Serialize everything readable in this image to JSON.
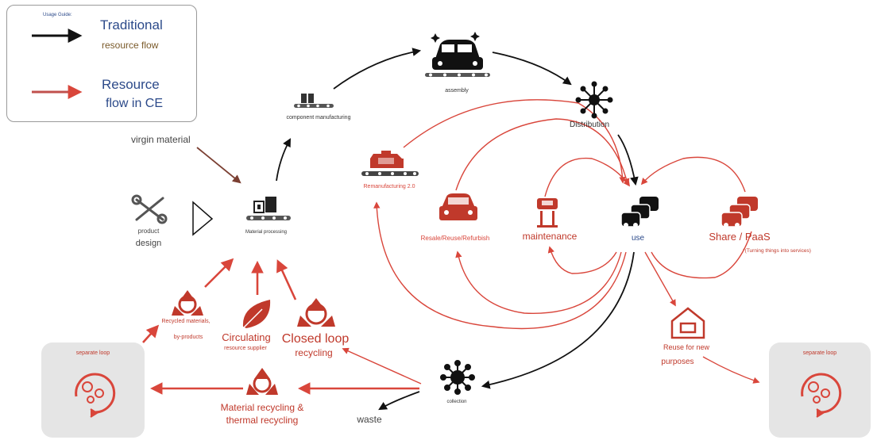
{
  "legend": {
    "title": "Usage Guide:",
    "traditional_line1": "Traditional",
    "traditional_line2": "resource flow",
    "ce_line1": "Resource",
    "ce_line2": "flow in CE"
  },
  "nodes": {
    "virgin_material": "virgin material",
    "component_manufacturing": "component manufacturing",
    "assembly": "assembly",
    "distribution": "Distribution",
    "remanufacturing": "Remanufacturing 2.0",
    "product_design_1": "product",
    "product_design_2": "design",
    "material_processing": "Material processing",
    "resale": "Resale/Reuse/Refurbish",
    "maintenance": "maintenance",
    "use": "use",
    "share": "Share / PaaS",
    "share_note": "*(Turning things into services)",
    "recycled_materials": "Recycled materials,",
    "by_products": "by-products",
    "circulating_1": "Circulating",
    "circulating_2": "resource supplier",
    "closed_loop_1": "Closed loop",
    "closed_loop_2": "recycling",
    "reuse_new_1": "Reuse for new",
    "reuse_new_2": "purposes",
    "collection": "collection",
    "material_recycling_1": "Material recycling &",
    "material_recycling_2": "thermal recycling",
    "waste": "waste",
    "separate_loop_left": "separate loop",
    "separate_loop_right": "separate loop"
  },
  "colors": {
    "ce_red": "#d9463b",
    "traditional_black": "#111111",
    "brown_arrow": "#7b3f32",
    "legend_blue": "#2c4a8a",
    "legend_brown": "#7a5a2a",
    "panel_gray": "#e5e5e5"
  }
}
